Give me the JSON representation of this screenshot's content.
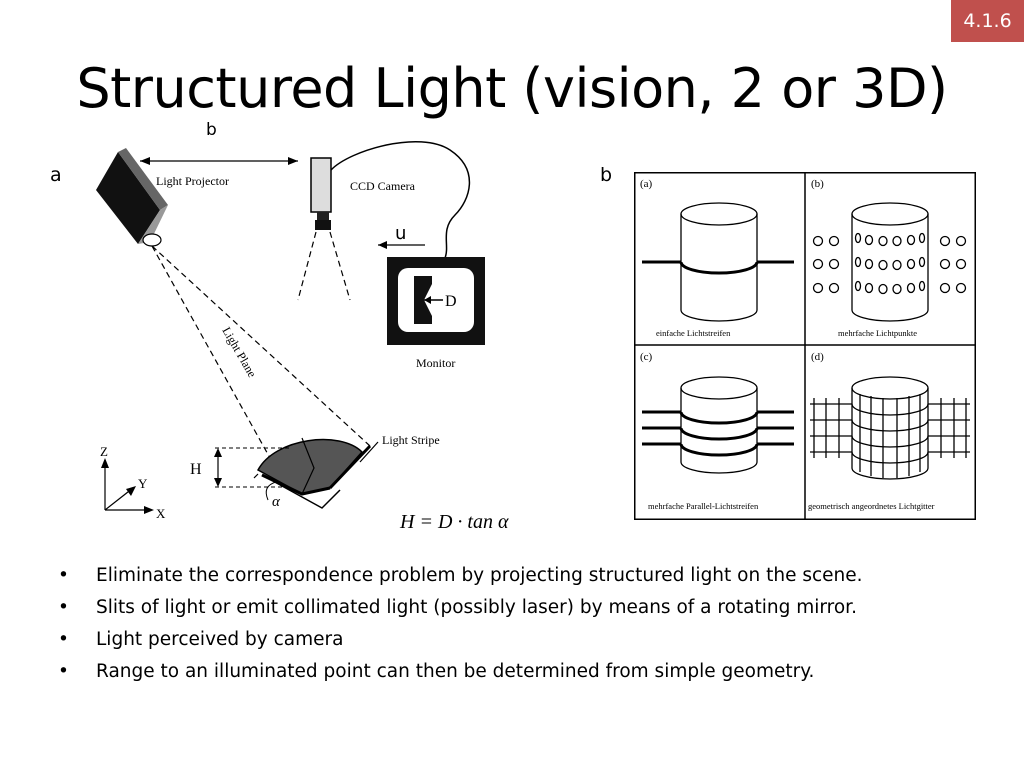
{
  "slide": {
    "number": "4.1.6",
    "title": "Structured Light (vision, 2 or 3D)",
    "accent_color": "#c0504d"
  },
  "figure_a": {
    "panel_label": "a",
    "annotation_b": "b",
    "annotation_u": "u",
    "light_projector": "Light Projector",
    "ccd_camera": "CCD Camera",
    "monitor": "Monitor",
    "monitor_d": "D",
    "light_plane": "Light Plane",
    "light_stripe": "Light Stripe",
    "height_label": "H",
    "angle_label": "α",
    "axis_z": "Z",
    "axis_y": "Y",
    "axis_x": "X",
    "formula": "H = D · tan α"
  },
  "figure_b": {
    "panel_label": "b",
    "panels": [
      {
        "tag": "(a)",
        "caption": "einfache Lichtstreifen"
      },
      {
        "tag": "(b)",
        "caption": "mehrfache Lichtpunkte"
      },
      {
        "tag": "(c)",
        "caption": "mehrfache Parallel-Lichtstreifen"
      },
      {
        "tag": "(d)",
        "caption": "geometrisch angeordnetes Lichtgitter"
      }
    ]
  },
  "bullets": [
    "Eliminate the correspondence problem by projecting structured light on the scene.",
    "Slits of light or emit collimated light (possibly laser) by means of a rotating mirror.",
    "Light perceived by camera",
    "Range to an illuminated point can then be determined from simple geometry."
  ],
  "bullet_symbol": "•"
}
